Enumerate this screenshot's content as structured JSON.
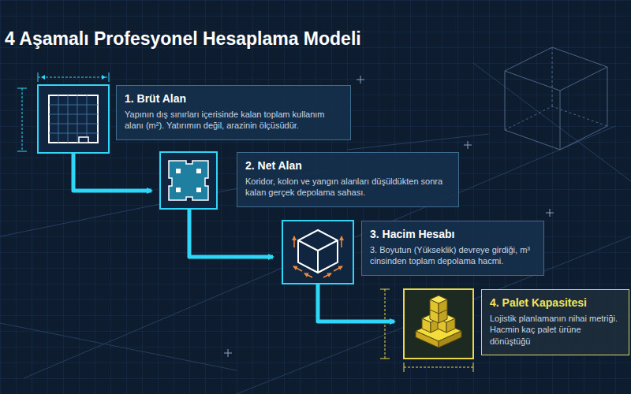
{
  "diagram": {
    "title": "4 Aşamalı Profesyonel Hesaplama Modeli",
    "nodes": [
      {
        "text": [
          "1. Brüt Alan",
          "Yapının dış sınırları içerisinde kalan toplam kullanım alanı (m²). Yatırımın değil, arazinin ölçüsüdür."
        ]
      },
      {
        "text": [
          "2. Net Alan",
          "Koridor, kolon ve yangın alanları düşüldükten sonra kalan gerçek depolama sahası."
        ]
      },
      {
        "text": [
          "3. Hacim Hesabı",
          "3. Boyutun (Yükseklik) devreye girdiği, m³ cinsinden toplam depolama hacmi."
        ]
      },
      {
        "text": [
          "4. Palet Kapasitesi",
          "Lojistik planlamanın nihai metriği. Hacmin kaç palet ürüne dönüştüğü"
        ]
      }
    ]
  }
}
